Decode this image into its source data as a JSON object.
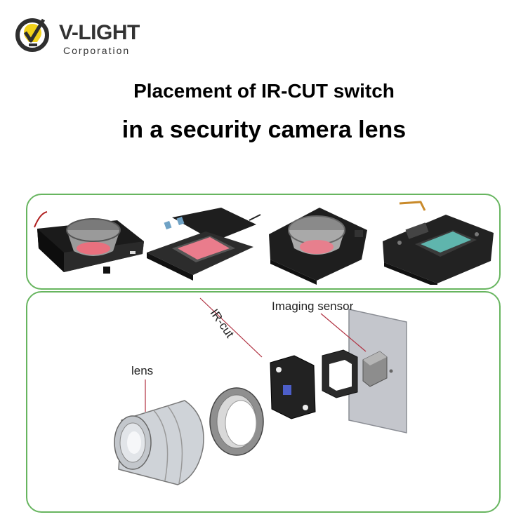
{
  "brand": {
    "name": "V-LIGHT",
    "subtitle": "Corporation",
    "colors": {
      "ring": "#2f2f2f",
      "bulb": "#f2d21b"
    }
  },
  "heading": {
    "line1": "Placement of IR-CUT switch",
    "line2": "in a security camera lens"
  },
  "panel_border_color": "#67b55f",
  "photos": [
    {
      "icon": "ir-cut-module-round-lens-photo"
    },
    {
      "icon": "ir-cut-module-flat-slider-photo"
    },
    {
      "icon": "ir-cut-module-lens-mount-photo"
    },
    {
      "icon": "ir-cut-module-bare-board-photo"
    }
  ],
  "diagram": {
    "labels": {
      "ir_cut": "IR-cut",
      "imaging_sensor": "Imaging sensor",
      "lens": "lens"
    }
  }
}
